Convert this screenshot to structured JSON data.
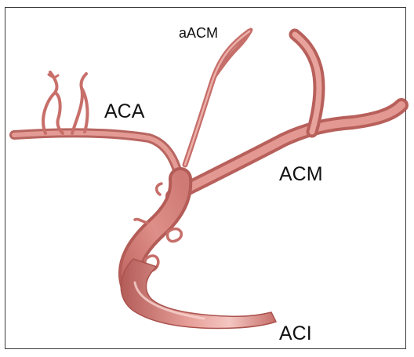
{
  "diagram": {
    "labels": {
      "aacm": "aACM",
      "aca": "ACA",
      "acm": "ACM",
      "aci": "ACI"
    },
    "colors": {
      "vessel_fill": "#d9837f",
      "vessel_dark": "#b05a56",
      "vessel_light": "#f3c1bc",
      "frame": "#3c3c3c"
    }
  }
}
